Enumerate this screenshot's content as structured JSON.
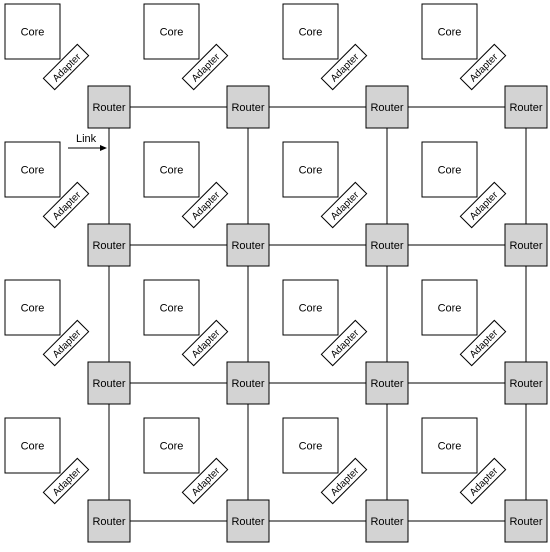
{
  "diagram": {
    "rows": 4,
    "cols": 4,
    "node_labels": {
      "core": "Core",
      "adapter": "Adapter",
      "router": "Router"
    },
    "annotation": {
      "link_label": "Link"
    },
    "colors": {
      "router_fill": "#d3d3d3",
      "core_fill": "#ffffff",
      "line": "#000000"
    }
  }
}
